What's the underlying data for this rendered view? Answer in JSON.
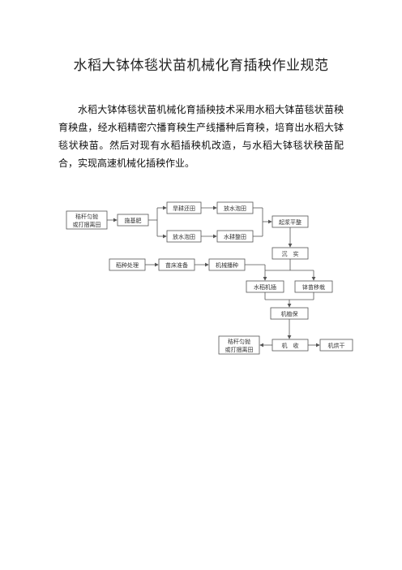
{
  "doc": {
    "title": "水稻大钵体毯状苗机械化育插秧作业规范",
    "paragraph": "水稻大钵体毯状苗机械化育插秧技术采用水稻大钵苗毯状苗秧育秧盘，经水稻精密穴播育秧生产线播种后育秧，培育出水稻大钵毯状秧苗。然后对现有水稻插秧机改造，与水稻大钵毯状秧苗配合，实现高速机械化插秧作业。"
  },
  "flowchart": {
    "nodes": {
      "straw_top": [
        "秸秆匀抛",
        "或打捆离田"
      ],
      "plow": "施基肥",
      "dry_plow": "旱耕还田",
      "flood1": "放水泡田",
      "flood2": "放水泡田",
      "wet_level": "水耕整田",
      "level": "起浆平整",
      "settle": "沉　实",
      "seed_treat": "稻种处理",
      "seedbed": "苗床准备",
      "machine_sow": "机械播种",
      "rice_transplant": "水稻机插",
      "pot_transplant": "钵苗移栽",
      "plant_protect": "机植保",
      "straw_bottom": [
        "秸秆匀抛",
        "或打捆离田"
      ],
      "harvest": "机　收",
      "dry": "机烘干"
    }
  }
}
